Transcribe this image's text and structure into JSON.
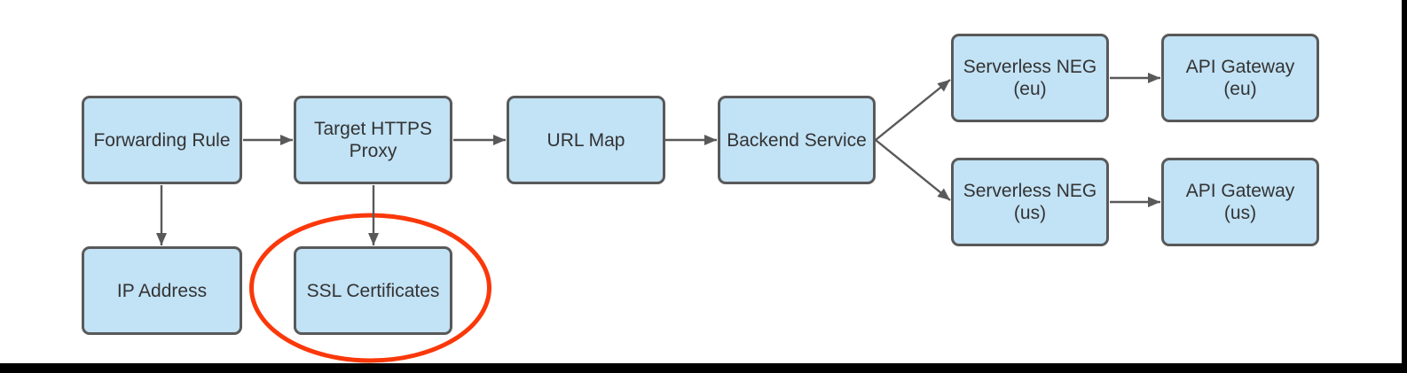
{
  "diagram": {
    "type": "flowchart",
    "nodes": [
      {
        "id": "forwarding-rule",
        "lines": [
          "Forwarding Rule"
        ]
      },
      {
        "id": "target-https-proxy",
        "lines": [
          "Target HTTPS",
          "Proxy"
        ]
      },
      {
        "id": "url-map",
        "lines": [
          "URL Map"
        ]
      },
      {
        "id": "backend-service",
        "lines": [
          "Backend Service"
        ]
      },
      {
        "id": "serverless-neg-eu",
        "lines": [
          "Serverless NEG",
          "(eu)"
        ]
      },
      {
        "id": "api-gateway-eu",
        "lines": [
          "API Gateway",
          "(eu)"
        ]
      },
      {
        "id": "serverless-neg-us",
        "lines": [
          "Serverless NEG",
          "(us)"
        ]
      },
      {
        "id": "api-gateway-us",
        "lines": [
          "API Gateway",
          "(us)"
        ]
      },
      {
        "id": "ip-address",
        "lines": [
          "IP Address"
        ]
      },
      {
        "id": "ssl-certificates",
        "lines": [
          "SSL Certificates"
        ]
      }
    ],
    "edges": [
      {
        "from": "forwarding-rule",
        "to": "target-https-proxy"
      },
      {
        "from": "target-https-proxy",
        "to": "url-map"
      },
      {
        "from": "url-map",
        "to": "backend-service"
      },
      {
        "from": "backend-service",
        "to": "serverless-neg-eu"
      },
      {
        "from": "backend-service",
        "to": "serverless-neg-us"
      },
      {
        "from": "serverless-neg-eu",
        "to": "api-gateway-eu"
      },
      {
        "from": "serverless-neg-us",
        "to": "api-gateway-us"
      },
      {
        "from": "forwarding-rule",
        "to": "ip-address"
      },
      {
        "from": "target-https-proxy",
        "to": "ssl-certificates"
      }
    ],
    "annotation": {
      "shape": "ellipse",
      "highlights": "ssl-certificates"
    },
    "colors": {
      "node_fill": "#c2e2f5",
      "node_border": "#595959",
      "arrow": "#595959",
      "text": "#333333",
      "highlight": "#fa380a",
      "frame": "#000000"
    }
  }
}
